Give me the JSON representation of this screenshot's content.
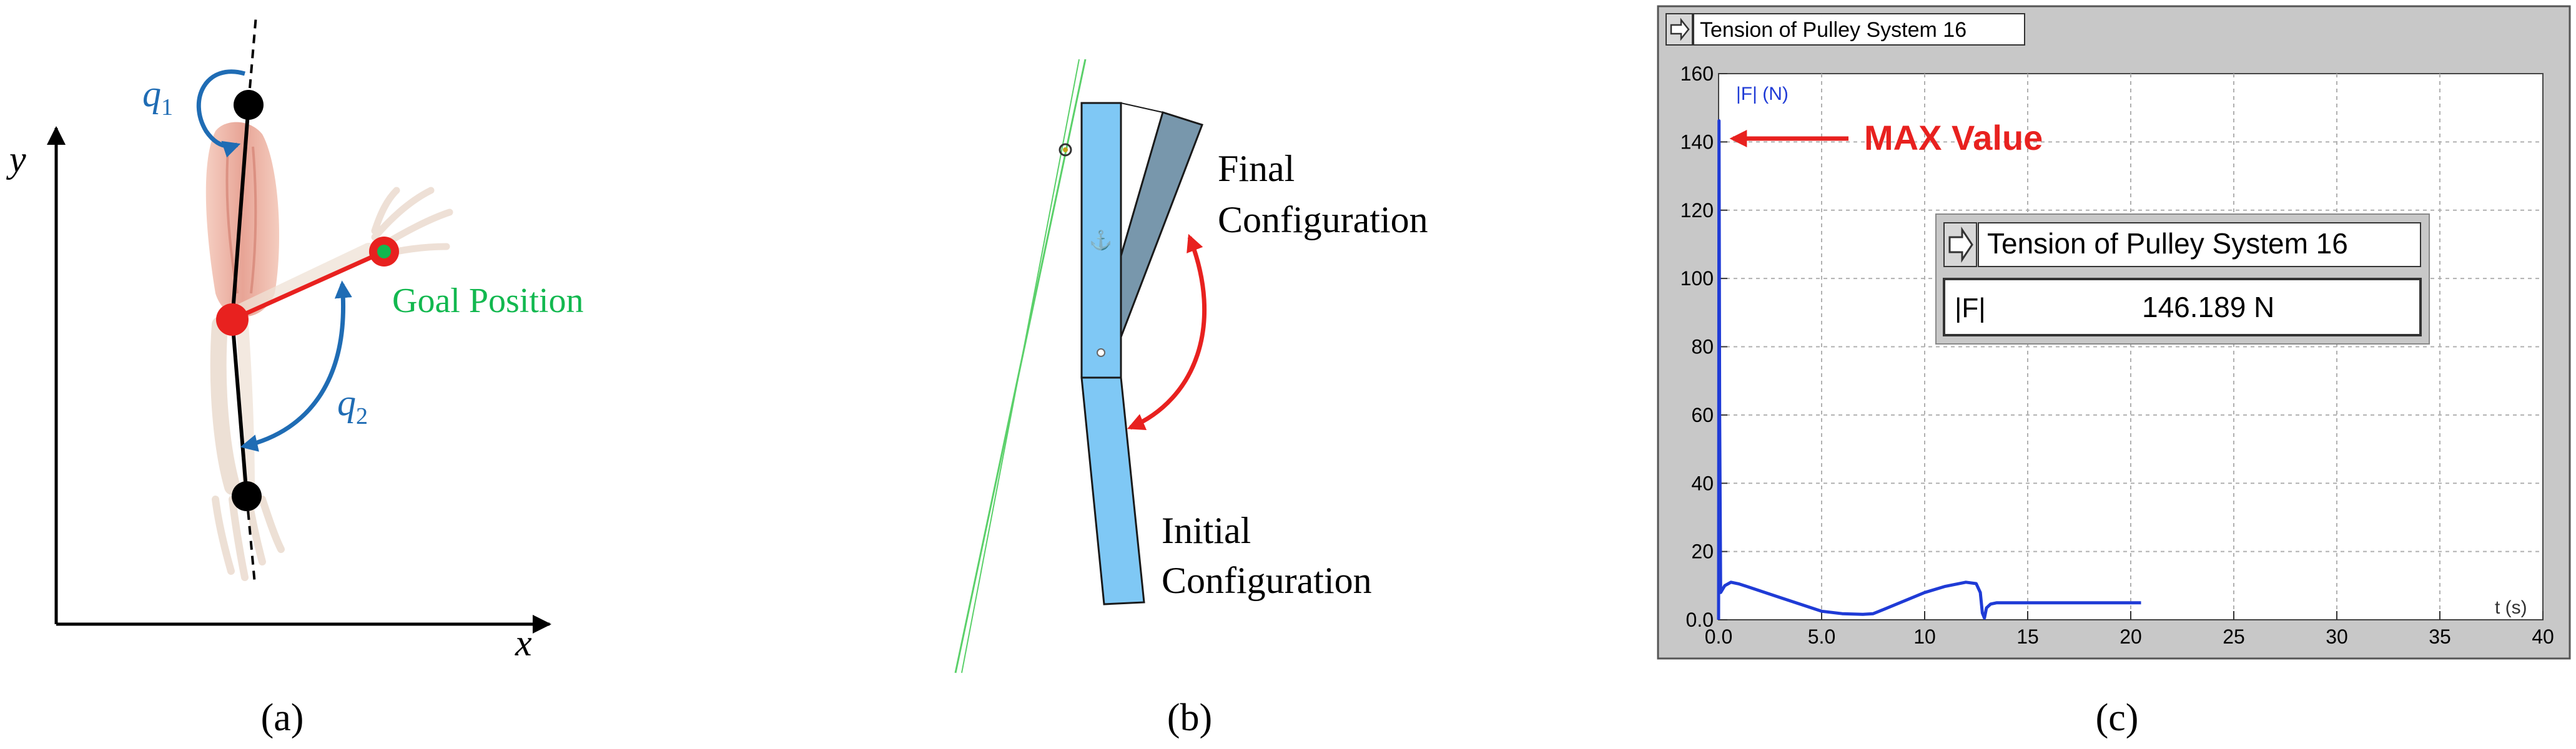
{
  "panel_a": {
    "axis_y": "y",
    "axis_x": "x",
    "q1": "q",
    "q1_sub": "1",
    "q2": "q",
    "q2_sub": "2",
    "goal_label": "Goal Position",
    "caption": "(a)",
    "colors": {
      "joint_blue": "#1f6cb4",
      "red": "#e8211f",
      "green": "#12b84f"
    }
  },
  "panel_b": {
    "final_line1": "Final",
    "final_line2": "Configuration",
    "initial_line1": "Initial",
    "initial_line2": "Configuration",
    "caption": "(b)",
    "colors": {
      "link_initial": "#7fc8f5",
      "link_final": "#7897ac",
      "arrow": "#e8211f"
    }
  },
  "panel_c": {
    "window_title": "Tension of Pulley System 16",
    "y_axis_label": "|F| (N)",
    "x_axis_label": "t (s)",
    "max_annotation": "MAX Value",
    "readout_title": "Tension of Pulley System 16",
    "readout_label": "|F|",
    "readout_value": "146.189 N",
    "caption": "(c)",
    "colors": {
      "trace": "#1f3bd6",
      "annotation": "#e8211f",
      "frame": "#c8c8c8"
    }
  },
  "chart_data": {
    "type": "line",
    "title": "Tension of Pulley System 16",
    "xlabel": "t (s)",
    "ylabel": "|F| (N)",
    "xlim": [
      0,
      40
    ],
    "ylim": [
      0,
      160
    ],
    "xticks": [
      "0.0",
      "5.0",
      "10",
      "15",
      "20",
      "25",
      "30",
      "35",
      "40"
    ],
    "yticks": [
      "0.0",
      "20",
      "40",
      "60",
      "80",
      "100",
      "120",
      "140",
      "160"
    ],
    "grid": true,
    "series": [
      {
        "x": [
          0,
          0.02,
          0.05,
          0.1,
          0.3,
          0.6,
          1.0,
          1.5,
          2.0,
          3.0,
          4.0,
          5.0,
          6.0,
          7.0,
          7.5,
          8.0,
          9.0,
          10.0,
          11.0,
          12.0,
          12.5,
          12.7,
          12.8,
          12.9,
          13.0,
          13.2,
          13.5,
          15.0,
          17.0,
          20.5
        ],
        "y": [
          0,
          146.189,
          60,
          8,
          10,
          11,
          10.5,
          9.5,
          8.5,
          6.5,
          4.5,
          2.5,
          1.8,
          1.6,
          1.8,
          3,
          5.5,
          8,
          9.8,
          11,
          10.6,
          8,
          2,
          0.5,
          3.5,
          4.6,
          5,
          5,
          5,
          5
        ]
      }
    ]
  }
}
